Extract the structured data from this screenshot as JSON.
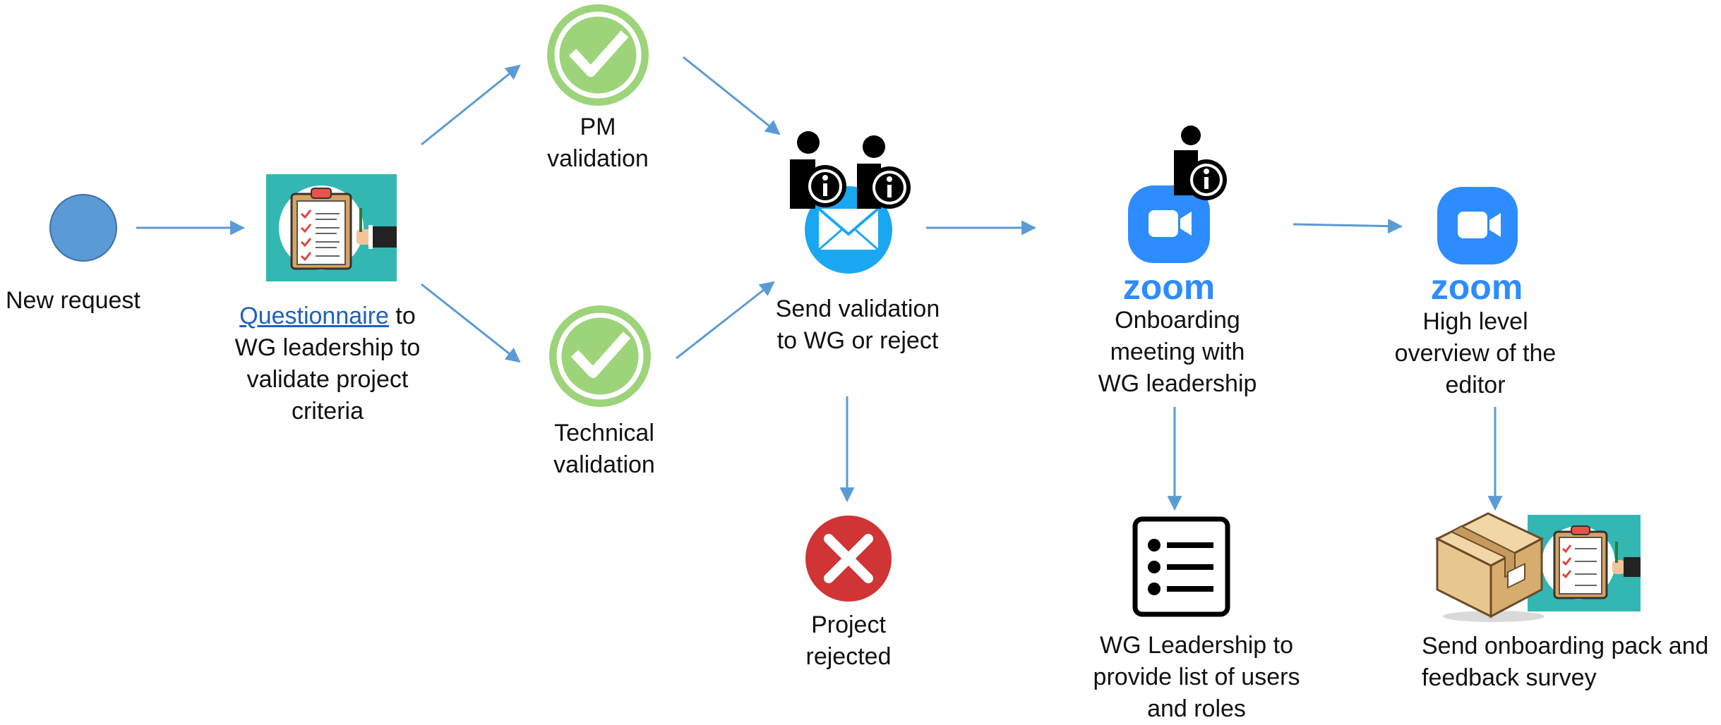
{
  "colors": {
    "arrow": "#5b9bd5",
    "start_node": "#5b9bd5",
    "start_node_border": "#3f6fa8",
    "check": "#9dd47a",
    "reject": "#d03434",
    "zoom": "#2d8cff",
    "mail": "#1aa7f2",
    "teal": "#33b7b3",
    "box": "#e8c690",
    "link": "#1f5fbf"
  },
  "nodes": {
    "new_request": {
      "label": "New request",
      "icon": "circle-node-icon"
    },
    "questionnaire": {
      "link_text": "Questionnaire",
      "line1_rest": " to",
      "line2": "WG leadership to",
      "line3": "validate project",
      "line4": "criteria",
      "icon": "clipboard-checklist-icon"
    },
    "pm_validation": {
      "line1": "PM",
      "line2": "validation",
      "icon": "checkmark-circle-icon"
    },
    "technical_validation": {
      "line1": "Technical",
      "line2": "validation",
      "icon": "checkmark-circle-icon"
    },
    "send_validation": {
      "line1": "Send validation",
      "line2": "to WG or reject",
      "icon": "email-with-contacts-icon"
    },
    "project_rejected": {
      "line1": "Project",
      "line2": "rejected",
      "icon": "reject-x-icon"
    },
    "onboarding_meeting": {
      "line1": "Onboarding",
      "line2": "meeting with",
      "line3": "WG leadership",
      "icon": "zoom-icon",
      "logo_text": "zoom"
    },
    "user_list": {
      "line1": "WG Leadership to",
      "line2": "provide list of users",
      "line3": "and roles",
      "icon": "list-icon"
    },
    "overview": {
      "line1": "High level",
      "line2": "overview of the",
      "line3": "editor",
      "icon": "zoom-icon",
      "logo_text": "zoom"
    },
    "onboarding_pack": {
      "line1": "Send onboarding pack and",
      "line2": "feedback survey",
      "icon": "package-box-icon"
    }
  }
}
